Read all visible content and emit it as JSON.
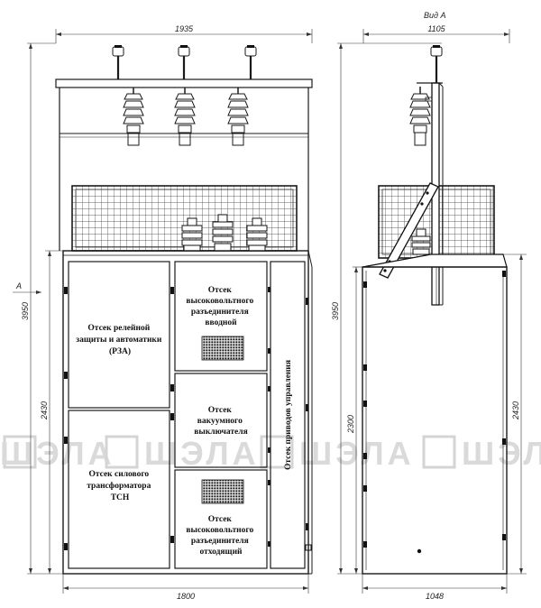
{
  "view_title": "Вид А",
  "section_marker": "А",
  "dimensions": {
    "front_total_width": "1935",
    "side_total_width": "1105",
    "front_total_height": "3950",
    "front_cabinet_height": "2430",
    "front_base_width": "1800",
    "side_total_height": "3950",
    "side_body_height": "2300",
    "side_cabinet_height": "2430",
    "side_base_width": "1048"
  },
  "compartments": {
    "rza": [
      "Отсек релейной",
      "защиты и автоматики",
      "(РЗА)"
    ],
    "tsn": [
      "Отсек силового",
      "трансформатора",
      "ТСН"
    ],
    "input": [
      "Отсек",
      "высоковольтного",
      "разъединителя",
      "вводной"
    ],
    "vacuum": [
      "Отсек",
      "вакуумного",
      "выключателя"
    ],
    "output": [
      "Отсек",
      "высоковольтного",
      "разъединителя",
      "отходящий"
    ],
    "drives": "Отсек приводов управления"
  },
  "watermark": "ШЭЛА"
}
